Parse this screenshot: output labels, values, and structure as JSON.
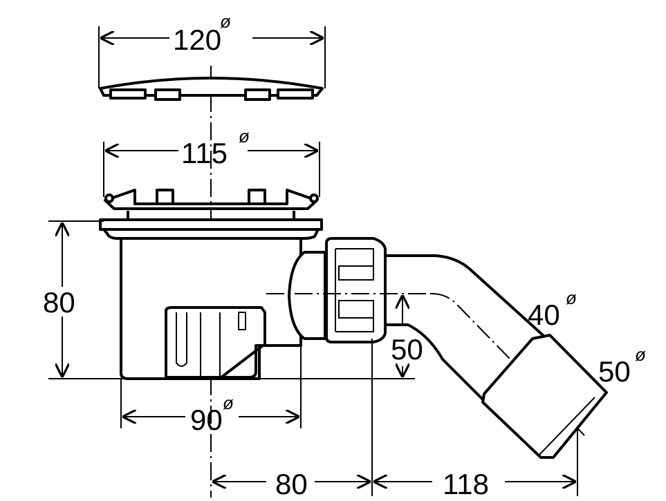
{
  "drawing": {
    "title": "Shower tray drain dimension drawing",
    "diameter_symbol": "ø",
    "dimensions": {
      "cover_diameter": "120",
      "grate_diameter": "115",
      "height": "80",
      "outlet_height": "50",
      "pipe_diameter": "40",
      "socket_diameter": "50",
      "body_diameter": "90",
      "center_to_outlet": "80",
      "outlet_length": "118"
    }
  }
}
